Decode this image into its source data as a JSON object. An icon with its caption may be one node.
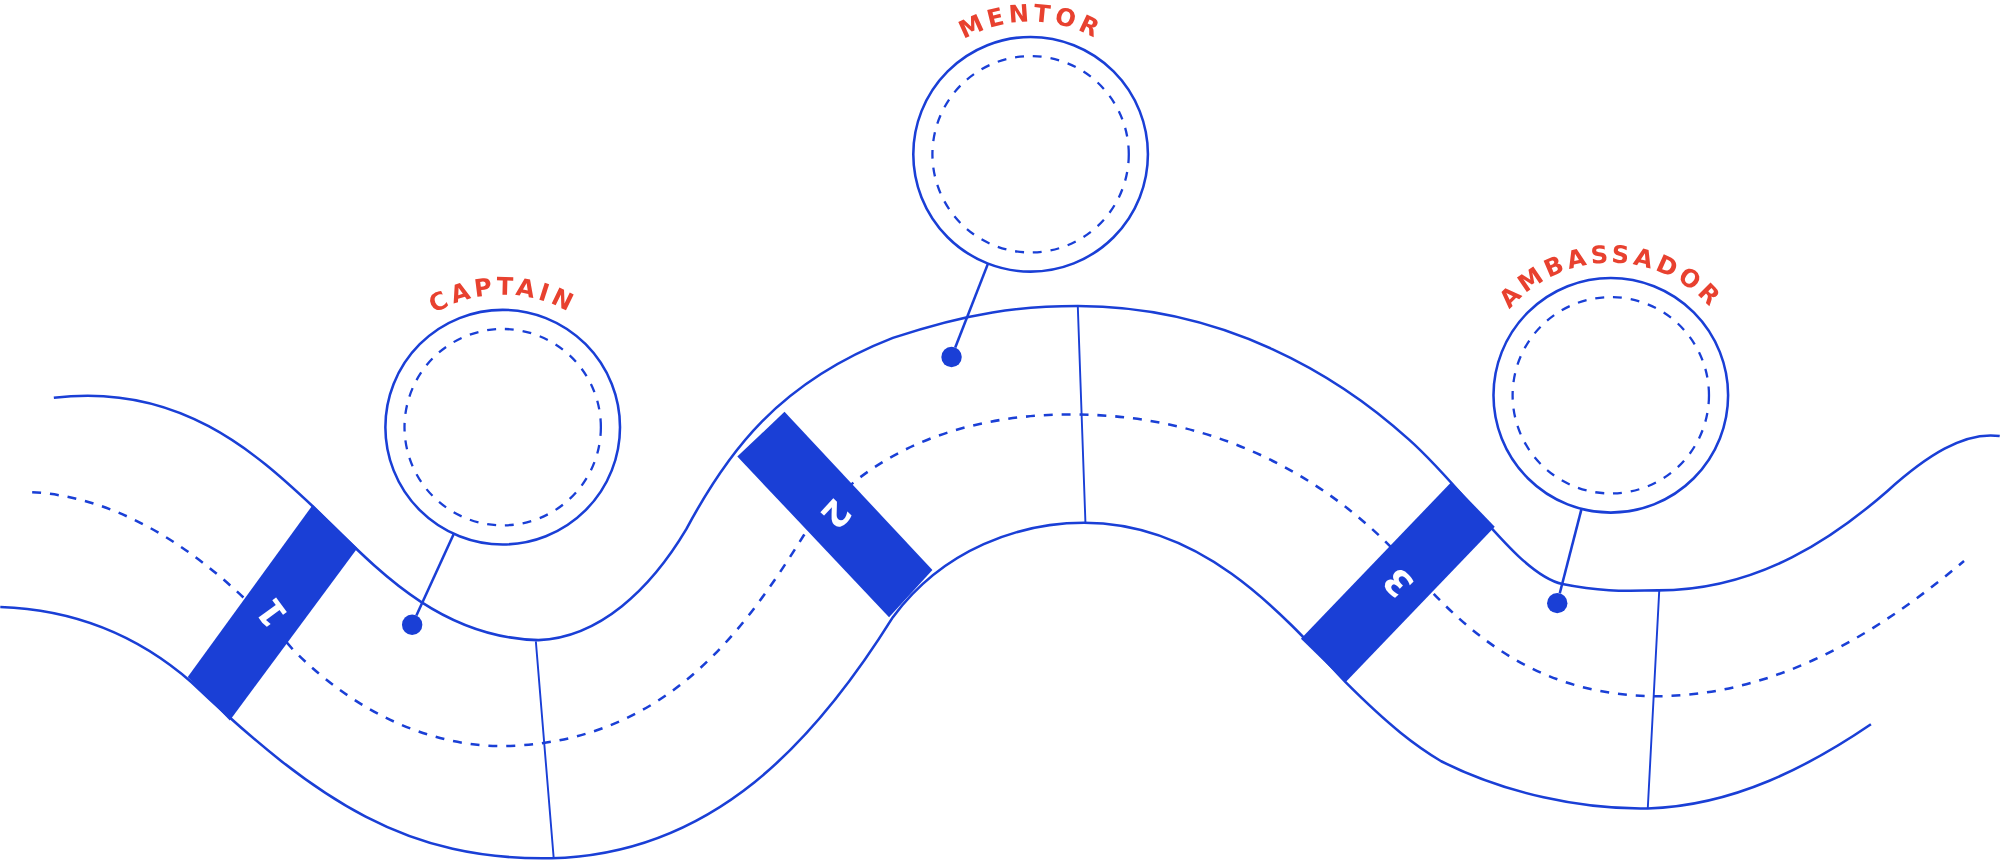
{
  "diagram": {
    "nodes": [
      {
        "text": [
          "CAPTAIN"
        ]
      },
      {
        "text": [
          "MENTOR"
        ]
      },
      {
        "text": [
          "AMBASSADOR"
        ]
      },
      {
        "text": [
          "1"
        ]
      },
      {
        "text": [
          "2"
        ]
      },
      {
        "text": [
          "3"
        ]
      },
      {
        "text": [],
        "shape": "circle"
      },
      {
        "text": [],
        "shape": "circle"
      },
      {
        "text": [],
        "shape": "circle"
      }
    ],
    "edges": [
      {
        "from": 0,
        "to": 6,
        "arrow": "none"
      },
      {
        "from": 1,
        "to": 7,
        "arrow": "none"
      },
      {
        "from": 2,
        "to": 8,
        "arrow": "none"
      }
    ]
  }
}
